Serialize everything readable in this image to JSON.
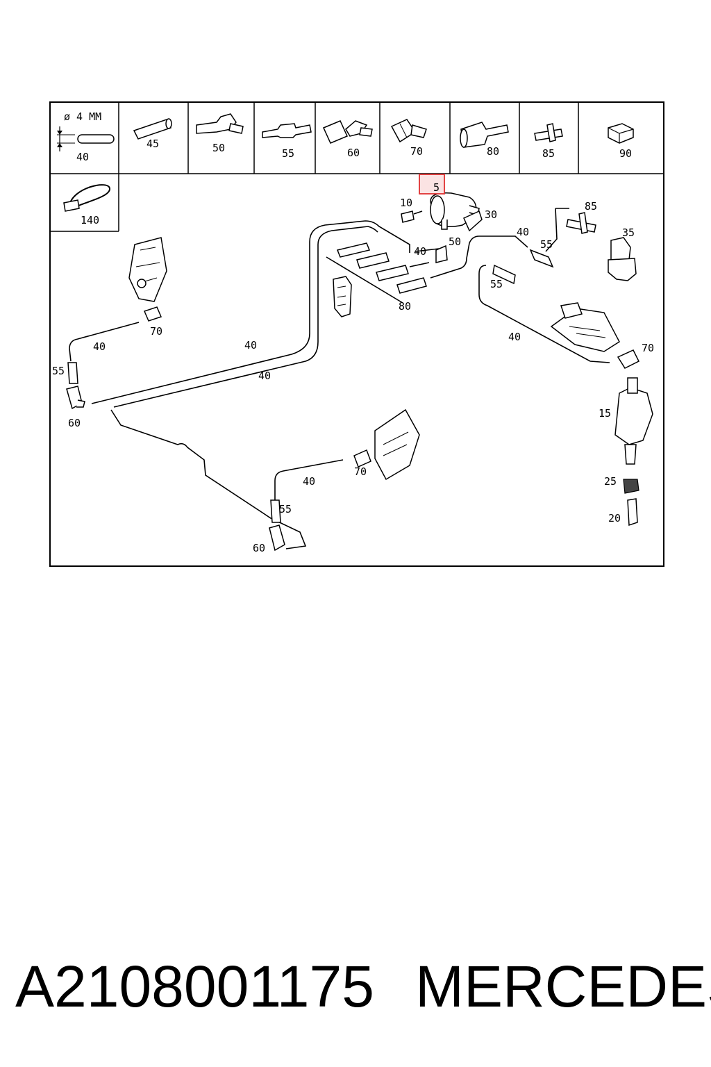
{
  "legend": {
    "tube_diameter": "ø 4 MM",
    "tube_item": "40",
    "items": [
      "45",
      "50",
      "55",
      "60",
      "70",
      "80",
      "85",
      "90"
    ],
    "clip_item": "140"
  },
  "callouts": {
    "highlighted": "5",
    "c10": "10",
    "c30": "30",
    "c50_top": "50",
    "c40_top": "40",
    "c55_top": "55",
    "c85": "85",
    "c35": "35",
    "c80": "80",
    "c55_mid": "55",
    "c70_left": "70",
    "c40_left": "40",
    "c55_left": "55",
    "c60_left": "60",
    "c40_long_a": "40",
    "c40_long_b": "40",
    "c40_right": "40",
    "c70_right": "70",
    "c15": "15",
    "c25": "25",
    "c20": "20",
    "c40_bottom": "40",
    "c70_bottom": "70",
    "c55_bottom": "55",
    "c60_bottom": "60"
  },
  "highlight_color": "#e03030",
  "footer": {
    "part_number": "A2108001175",
    "brand": "MERCEDES"
  }
}
